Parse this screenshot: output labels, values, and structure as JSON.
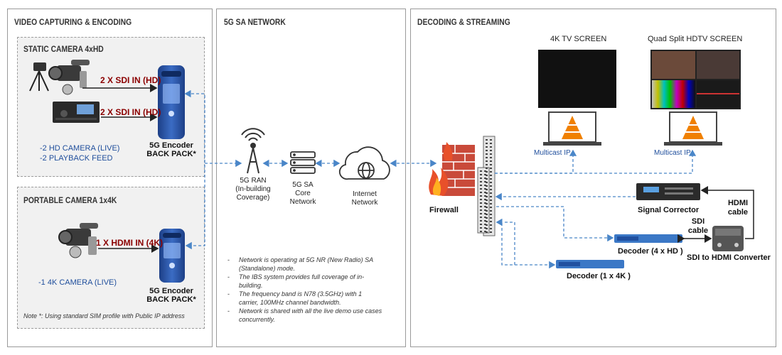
{
  "sections": {
    "video": {
      "title": "VIDEO CAPTURING & ENCODING",
      "static_title": "STATIC CAMERA 4xHD",
      "static_sdi_1": "2 X SDI IN (HD)",
      "static_sdi_2": "2 X SDI IN (HD)",
      "static_desc_1": "-2 HD CAMERA (LIVE)",
      "static_desc_2": "-2 PLAYBACK FEED",
      "encoder_1_line1": "5G Encoder",
      "encoder_1_line2": "BACK PACK*",
      "portable_title": "PORTABLE CAMERA 1x4K",
      "portable_hdmi": "1 X HDMI IN (4K)",
      "portable_desc": "-1 4K CAMERA (LIVE)",
      "encoder_2_line1": "5G Encoder",
      "encoder_2_line2": "BACK PACK*",
      "note": "Note *: Using standard SIM profile with Public IP address"
    },
    "network": {
      "title": "5G SA NETWORK",
      "ran_line1": "5G RAN",
      "ran_line2": "(In-building",
      "ran_line3": "Coverage)",
      "core_line1": "5G SA",
      "core_line2": "Core",
      "core_line3": "Network",
      "internet_line1": "Internet",
      "internet_line2": "Network",
      "notes": [
        [
          "Network is operating at 5G NR (New Radio) SA",
          "(Standalone) mode."
        ],
        [
          "The IBS system provides full coverage of in-",
          "building."
        ],
        [
          "The frequency band is N78 (3.5GHz) with 1",
          "carrier, 100MHz channel bandwidth."
        ],
        [
          "Network is shared with all the live demo use cases",
          "concurrently."
        ]
      ]
    },
    "decoding": {
      "title": "DECODING & STREAMING",
      "tv4k": "4K TV SCREEN",
      "quad": "Quad Split HDTV SCREEN",
      "multicast_1": "Multicast IP",
      "multicast_2": "Multicast IP",
      "firewall": "Firewall",
      "signal_corrector": "Signal Corrector",
      "hdmi_cable_1": "HDMI",
      "hdmi_cable_2": "cable",
      "sdi_cable_1": "SDI",
      "sdi_cable_2": "cable",
      "decoder_4hd": "Decoder (4 x HD )",
      "converter": "SDI to HDMI Converter",
      "decoder_1x4k": "Decoder (1 x 4K )"
    }
  },
  "colors": {
    "dashed_link": "#4a86c8",
    "header_text": "#333333",
    "sdi_text": "#8b0000",
    "blue_text": "#1f4e9c",
    "encoder_blue": "#2e5aa8",
    "firewall_red": "#c94a3a"
  },
  "icons": [
    "video-camera-icon",
    "tripod-icon",
    "recorder-deck-icon",
    "encoder-backpack-icon",
    "antenna-tower-icon",
    "server-core-icon",
    "globe-cloud-icon",
    "firewall-icon",
    "network-switch-icon",
    "tv-screen-icon",
    "laptop-vlc-icon",
    "signal-corrector-icon",
    "decoder-icon",
    "converter-icon"
  ]
}
